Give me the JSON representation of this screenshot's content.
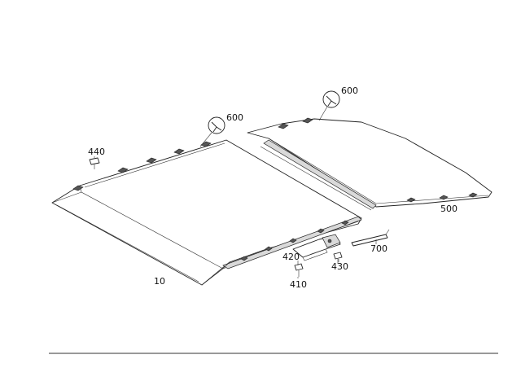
{
  "callouts": {
    "p10": "10",
    "p410": "410",
    "p420": "420",
    "p430": "430",
    "p440": "440",
    "p500": "500",
    "p600a": "600",
    "p600b": "600",
    "p700": "700"
  },
  "icons": {
    "wrench_symbol": "wrench-in-circle-icon"
  },
  "colors": {
    "line": "#222222",
    "background": "#ffffff"
  }
}
